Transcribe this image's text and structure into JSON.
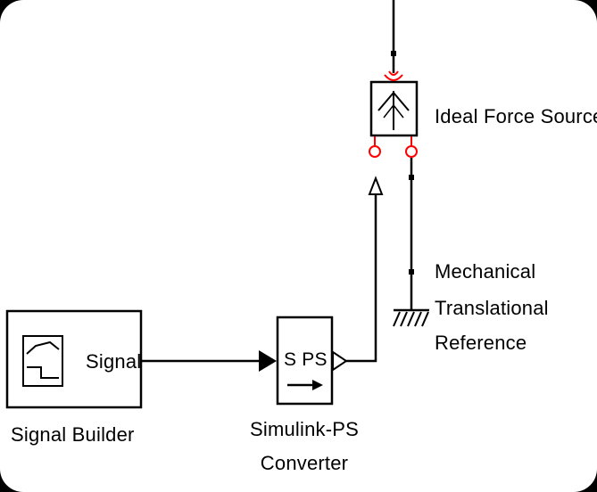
{
  "blocks": {
    "signal_builder": {
      "port_label": "Signal",
      "name": "Signal Builder"
    },
    "converter": {
      "icon_text": "S PS",
      "name_line1": "Simulink-PS",
      "name_line2": "Converter"
    },
    "force_source": {
      "name": "Ideal Force Source"
    },
    "reference": {
      "name_line1": "Mechanical",
      "name_line2": "Translational",
      "name_line3": "Reference"
    }
  },
  "colors": {
    "line": "#000000",
    "port_red": "#ff0000",
    "background": "#ffffff"
  }
}
